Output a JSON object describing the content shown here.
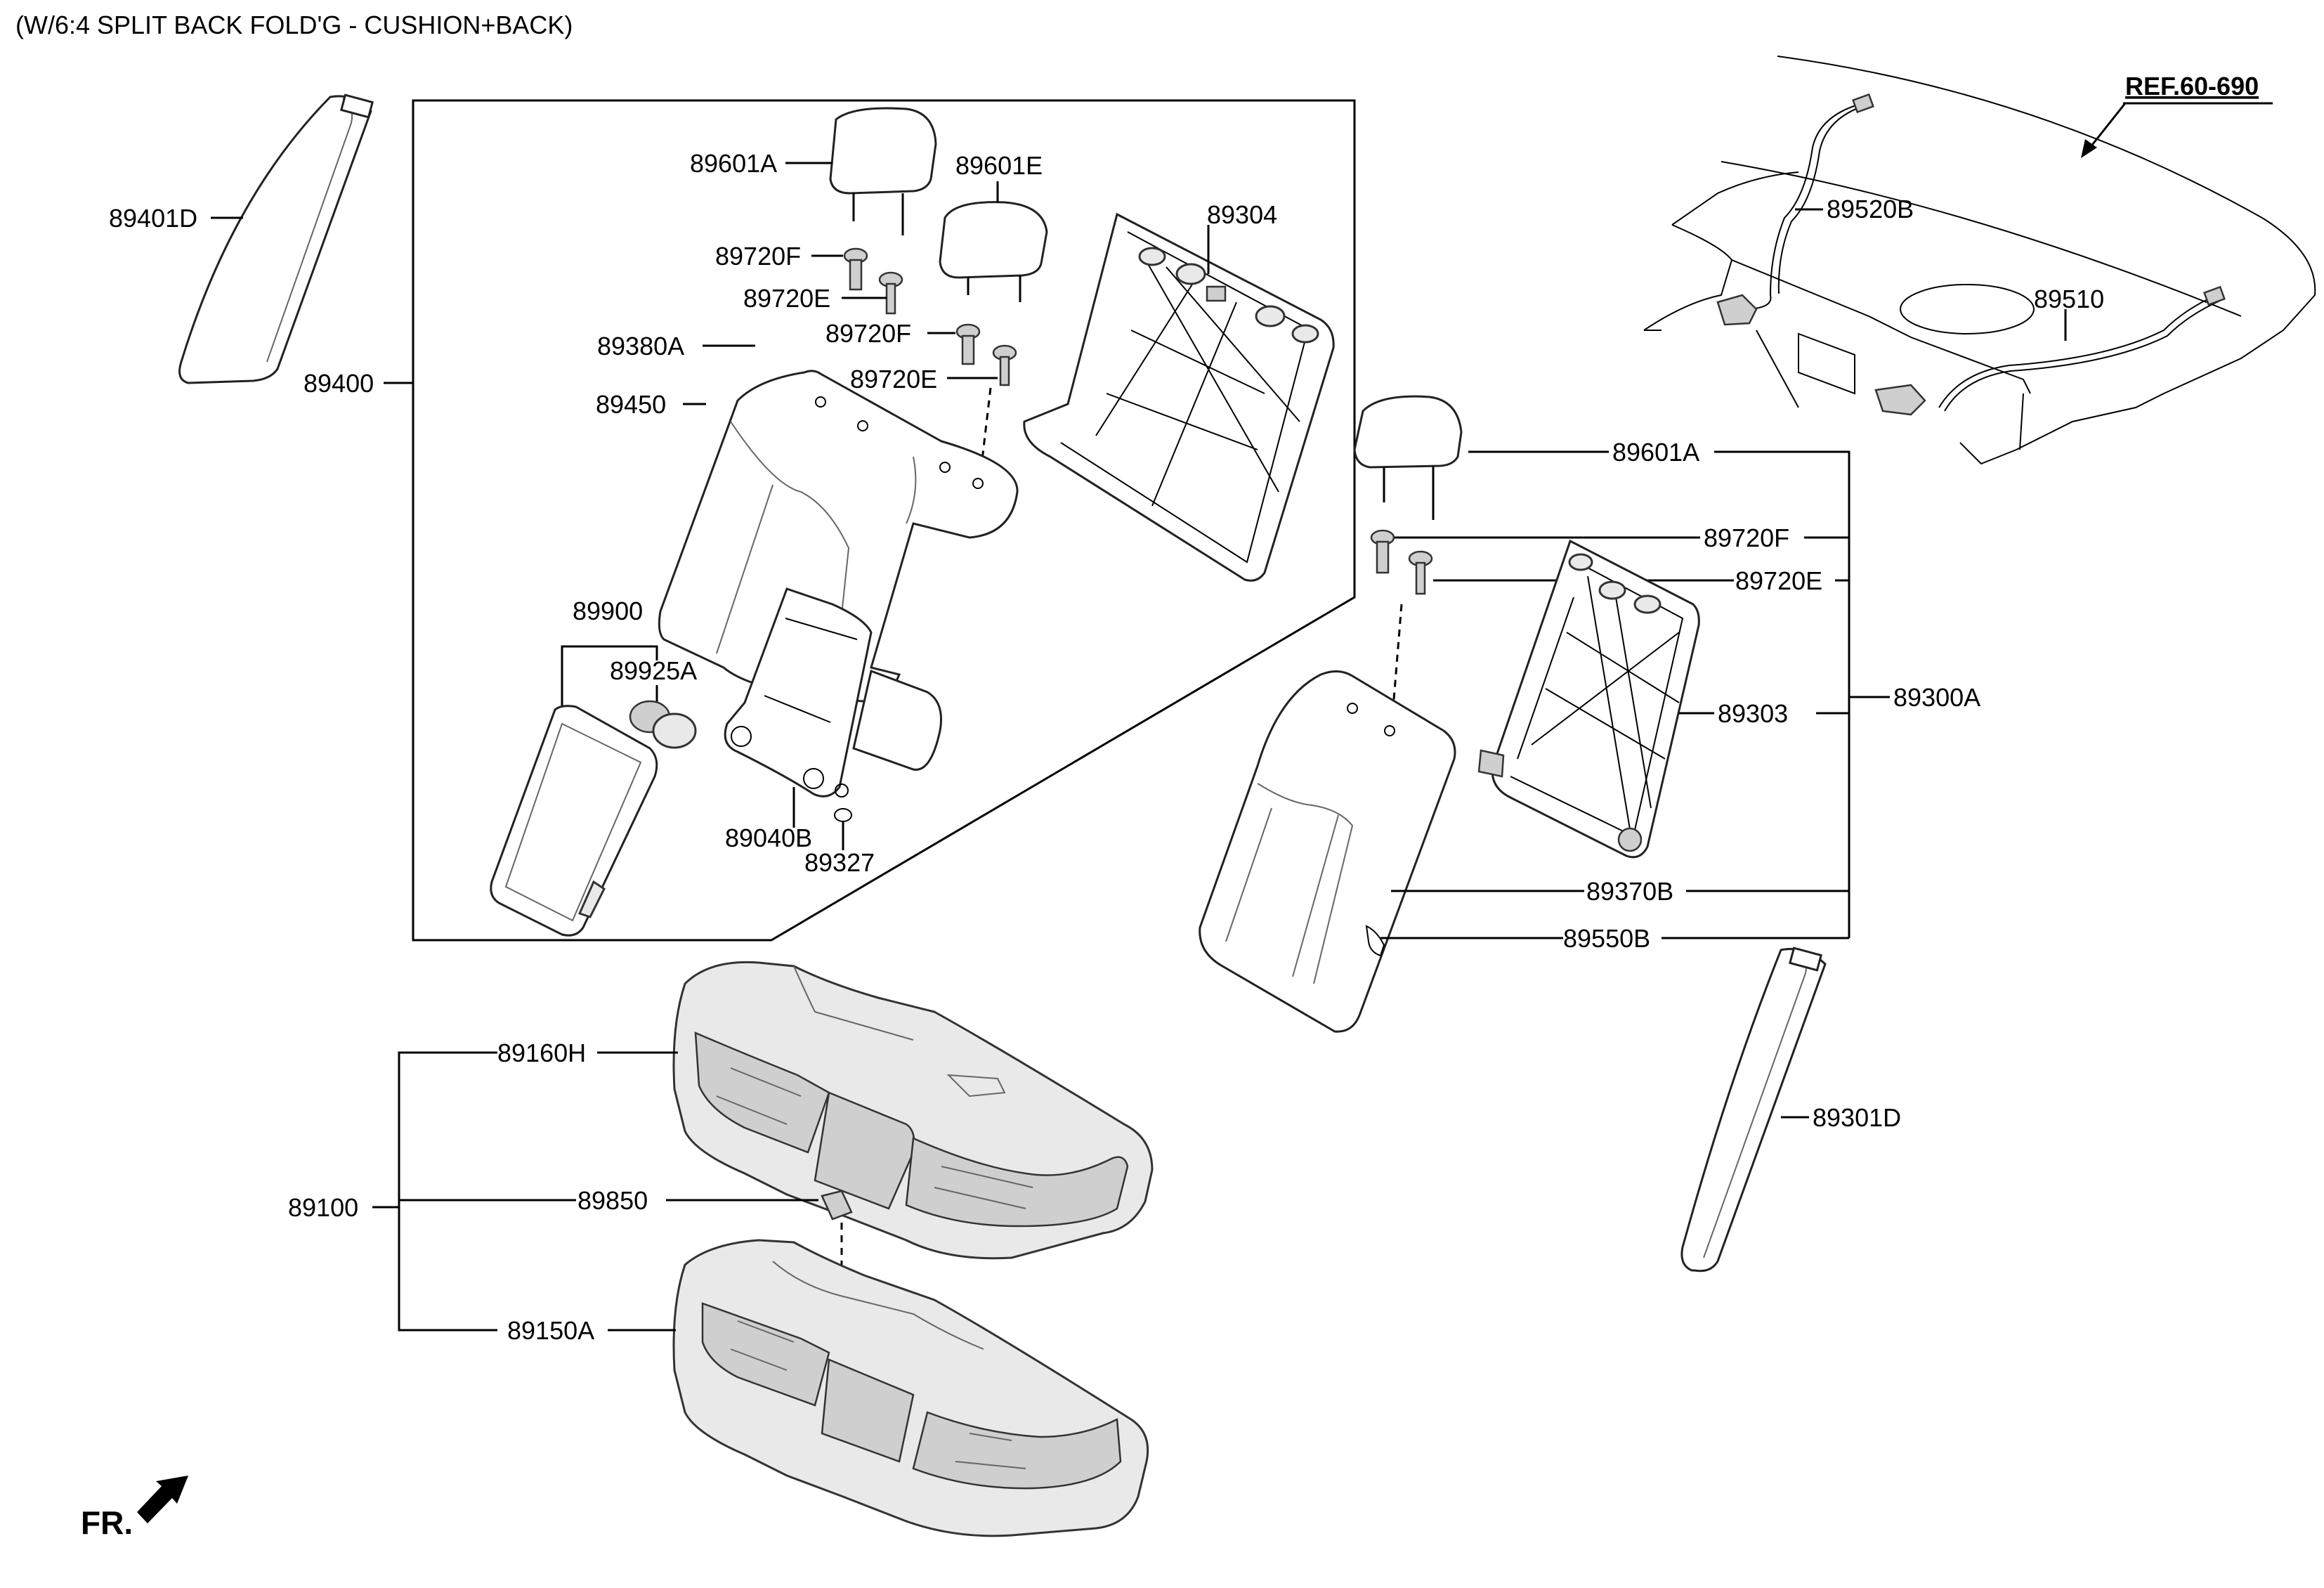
{
  "header": {
    "title": "(W/6:4 SPLIT BACK FOLD'G - CUSHION+BACK)"
  },
  "reference": {
    "label": "REF.60-690"
  },
  "front_indicator": {
    "label": "FR."
  },
  "part_labels": {
    "p89401D": "89401D",
    "p89400": "89400",
    "p89601A_top": "89601A",
    "p89601E": "89601E",
    "p89720F_1": "89720F",
    "p89720E_1": "89720E",
    "p89720F_2": "89720F",
    "p89720E_2": "89720E",
    "p89304": "89304",
    "p89380A": "89380A",
    "p89450": "89450",
    "p89900": "89900",
    "p89925A": "89925A",
    "p89040B": "89040B",
    "p89327": "89327",
    "p89520B": "89520B",
    "p89510": "89510",
    "p89601A_right": "89601A",
    "p89720F_right": "89720F",
    "p89720E_right": "89720E",
    "p89300A": "89300A",
    "p89303": "89303",
    "p89370B": "89370B",
    "p89550B": "89550B",
    "p89301D": "89301D",
    "p89160H": "89160H",
    "p89100": "89100",
    "p89850": "89850",
    "p89150A": "89150A"
  }
}
